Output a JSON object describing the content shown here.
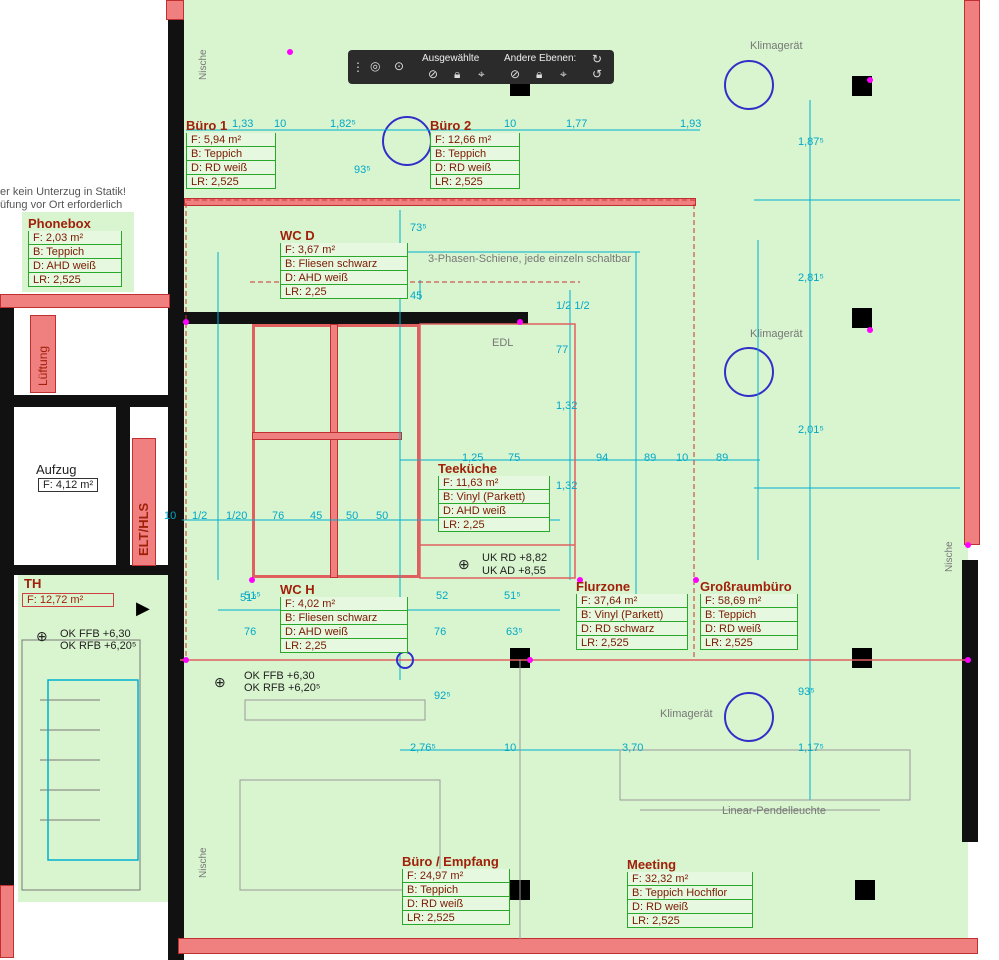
{
  "toolbar": {
    "selected_label": "Ausgewählte",
    "other_layers_label": "Andere Ebenen:"
  },
  "rooms": [
    {
      "id": "buero1",
      "title": "Büro 1",
      "rows": [
        "F:  5,94 m²",
        "B:  Teppich",
        "D:  RD weiß",
        "LR: 2,525"
      ]
    },
    {
      "id": "buero2",
      "title": "Büro 2",
      "rows": [
        "F:  12,66 m²",
        "B:  Teppich",
        "D:  RD weiß",
        "LR: 2,525"
      ]
    },
    {
      "id": "phonebox",
      "title": "Phonebox",
      "rows": [
        "F:    2,03 m²",
        "B:    Teppich",
        "D:  AHD weiß",
        "LR: 2,525"
      ]
    },
    {
      "id": "wcd",
      "title": "WC D",
      "rows": [
        "F:            3,67 m²",
        "B: Fliesen schwarz",
        "D:         AHD weiß",
        "LR: 2,25"
      ]
    },
    {
      "id": "teekueche",
      "title": "Teeküche",
      "rows": [
        "F:        11,63 m²",
        "B: Vinyl (Parkett)",
        "D:      AHD weiß",
        "LR: 2,25"
      ]
    },
    {
      "id": "wch",
      "title": "WC H",
      "rows": [
        "F:            4,02 m²",
        "B: Fliesen schwarz",
        "D:         AHD weiß",
        "LR: 2,25"
      ]
    },
    {
      "id": "flurzone",
      "title": "Flurzone",
      "rows": [
        "F:       37,64 m²",
        "B: Vinyl (Parkett)",
        "D:   RD schwarz",
        "LR: 2,525"
      ]
    },
    {
      "id": "grossraum",
      "title": "Großraumbüro",
      "rows": [
        "F:      58,69 m²",
        "B:      Teppich",
        "D:      RD weiß",
        "LR: 2,525"
      ]
    },
    {
      "id": "empfang",
      "title": "Büro / Empfang",
      "rows": [
        "F:     24,97 m²",
        "B:       Teppich",
        "D:       RD weiß",
        "LR: 2,525"
      ]
    },
    {
      "id": "meeting",
      "title": "Meeting",
      "rows": [
        "F:           32,32 m²",
        "B: Teppich Hochflor",
        "D:          RD weiß",
        "LR: 2,525"
      ]
    }
  ],
  "aufzug": {
    "title": "Aufzug",
    "area": "F: 4,12 m²"
  },
  "th": {
    "title": "TH",
    "area": "F: 12,72 m²"
  },
  "labels": {
    "klimageraet": "Klimagerät",
    "nische": "Nische",
    "lueftung": "Lüftung",
    "elt_hls": "ELT/HLS",
    "edl": "EDL",
    "schiene": "3-Phasen-Schiene, jede einzeln schaltbar",
    "pendel": "Linear-Pendelleuchte",
    "statik1": "er kein Unterzug in Statik!",
    "statik2": "üfung vor Ort erforderlich",
    "uk_rd": "UK RD +8,82",
    "uk_ad": "UK AD +8,55",
    "ok_ffb_1": "OK FFB +6,30",
    "ok_rfb_1": "OK RFB +6,20⁵",
    "ok_ffb_2": "OK FFB +6,30",
    "ok_rfb_2": "OK RFB +6,20⁵"
  },
  "dims": [
    "1,33",
    "10",
    "1,82⁵",
    "10",
    "1,77",
    "1,93",
    "93⁵",
    "1,87⁵",
    "2,81⁵",
    "2,01⁵",
    "1,25",
    "75",
    "94",
    "89",
    "10",
    "89",
    "10",
    "1/2",
    "1/20",
    "76",
    "45",
    "50",
    "50",
    "52",
    "51⁵",
    "76",
    "63⁵",
    "51⁵",
    "76",
    "2,76⁵",
    "10",
    "3,70",
    "92⁵",
    "93⁵",
    "1,17⁵",
    "1,32",
    "1,32",
    "77",
    "1/2 1/2",
    "73⁵",
    "45",
    "51⁵"
  ],
  "colors": {
    "zone": "#d9f5cf",
    "wall": "#111111",
    "red_wall": "#f08080",
    "dim": "#00a8c8",
    "stamp_border": "#2aa82a",
    "title": "#a0200a"
  }
}
